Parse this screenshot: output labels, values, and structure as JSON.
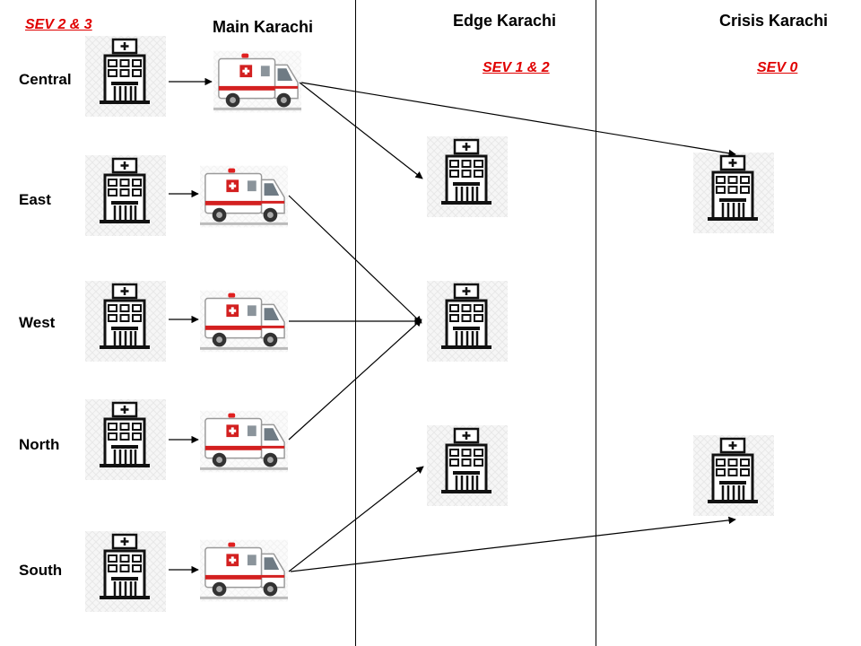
{
  "columns": {
    "main": {
      "title": "Main Karachi",
      "sev": "SEV 2 & 3"
    },
    "edge": {
      "title": "Edge Karachi",
      "sev": "SEV 1 & 2"
    },
    "crisis": {
      "title": "Crisis Karachi",
      "sev": "SEV 0"
    }
  },
  "regions": [
    "Central",
    "East",
    "West",
    "North",
    "South"
  ],
  "colors": {
    "sev": "#e00000",
    "ambulance_stripe": "#d32020",
    "line": "#000000"
  },
  "icons": {
    "hospital": "hospital-icon",
    "ambulance": "ambulance-icon"
  }
}
